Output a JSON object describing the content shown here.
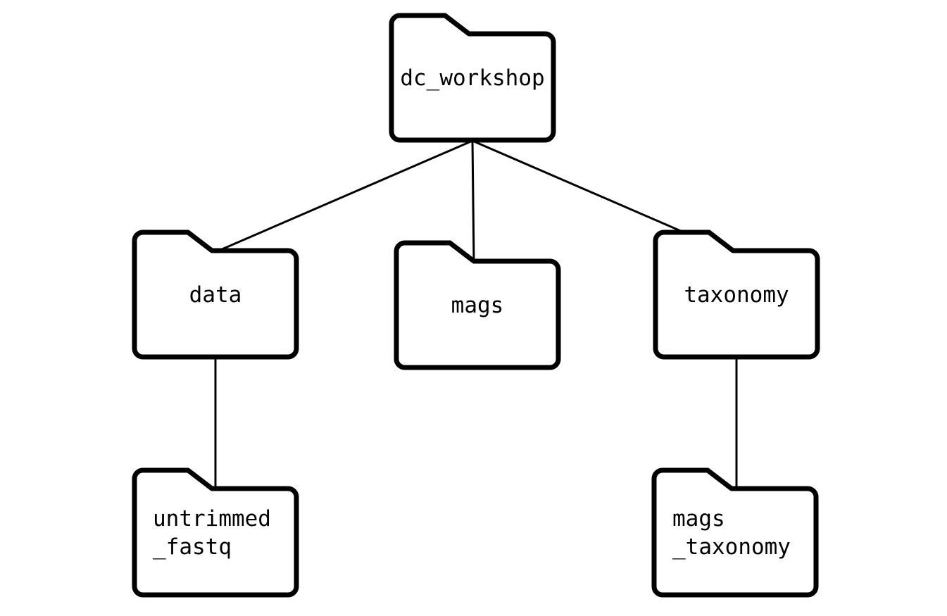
{
  "diagram": {
    "kind": "directory-tree",
    "background_color": "#ffffff",
    "outline_color": "#000000",
    "text_color": "#000000",
    "nodes": [
      {
        "id": "dc_workshop",
        "icon": "folder-icon",
        "lines": [
          "dc_workshop"
        ]
      },
      {
        "id": "data",
        "icon": "folder-icon",
        "lines": [
          "data"
        ]
      },
      {
        "id": "mags",
        "icon": "folder-icon",
        "lines": [
          "mags"
        ]
      },
      {
        "id": "taxonomy",
        "icon": "folder-icon",
        "lines": [
          "taxonomy"
        ]
      },
      {
        "id": "untrimmed_fastq",
        "icon": "folder-icon",
        "lines": [
          "untrimmed",
          "_fastq"
        ]
      },
      {
        "id": "mags_taxonomy",
        "icon": "folder-icon",
        "lines": [
          "mags",
          "_taxonomy"
        ]
      }
    ],
    "edges": [
      {
        "from": "dc_workshop",
        "to": "data"
      },
      {
        "from": "dc_workshop",
        "to": "mags"
      },
      {
        "from": "dc_workshop",
        "to": "taxonomy"
      },
      {
        "from": "data",
        "to": "untrimmed_fastq"
      },
      {
        "from": "taxonomy",
        "to": "mags_taxonomy"
      }
    ]
  }
}
